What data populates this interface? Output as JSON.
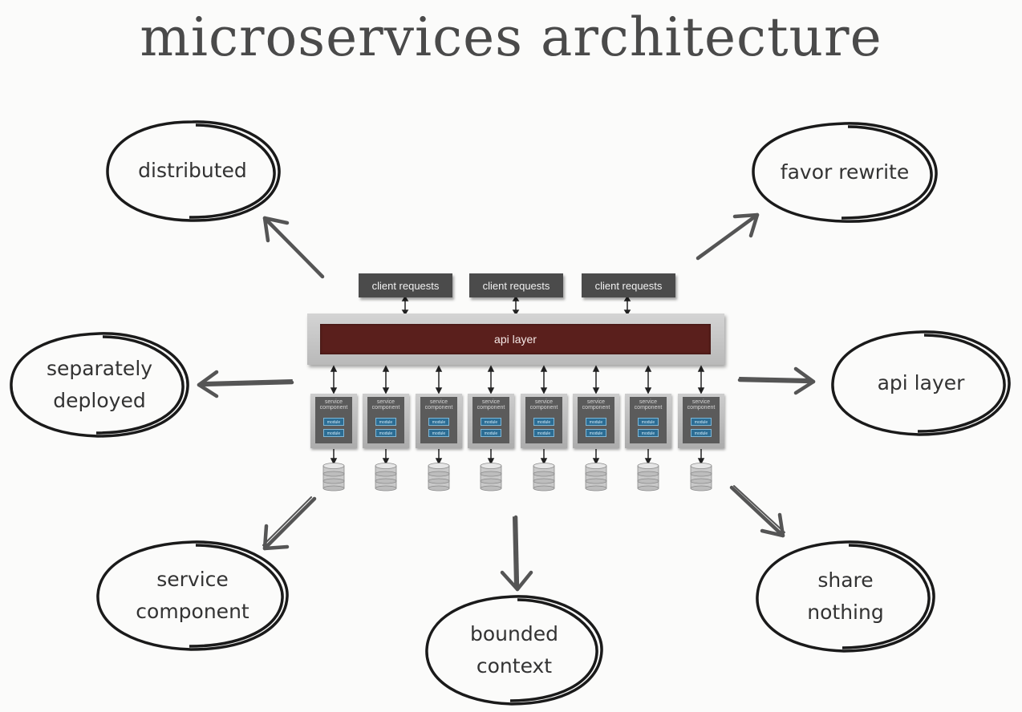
{
  "title": "microservices architecture",
  "bubbles": {
    "distributed": "distributed",
    "favor_rewrite": "favor rewrite",
    "separately_deployed_1": "separately",
    "separately_deployed_2": "deployed",
    "api_layer": "api layer",
    "service_component_1": "service",
    "service_component_2": "component",
    "share_nothing_1": "share",
    "share_nothing_2": "nothing",
    "bounded_context_1": "bounded",
    "bounded_context_2": "context"
  },
  "diagram": {
    "client_requests": [
      "client requests",
      "client requests",
      "client requests"
    ],
    "api_layer_label": "api layer",
    "service_label": "service component",
    "module_label": "module",
    "service_count": 8,
    "database_count": 8
  }
}
